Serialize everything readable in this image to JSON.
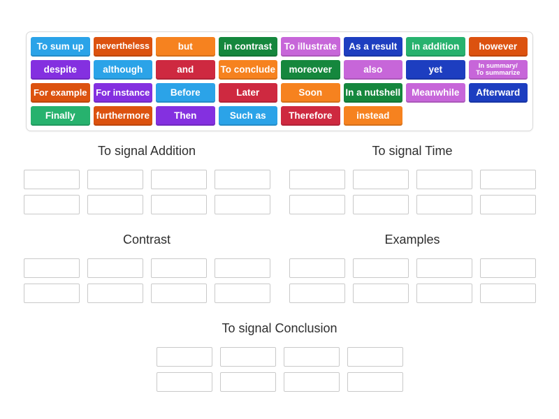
{
  "colors": {
    "sky": "#2BA3E8",
    "rust": "#DC520F",
    "orange": "#F6821F",
    "green": "#15873D",
    "orchid": "#C766D9",
    "royal": "#1D3EC0",
    "emerald": "#27B26E",
    "violet": "#8430E0",
    "crimson": "#CE2940"
  },
  "bank": {
    "rows": [
      [
        {
          "label": "To sum up",
          "color": "sky"
        },
        {
          "label": "nevertheless",
          "color": "rust"
        },
        {
          "label": "but",
          "color": "orange"
        },
        {
          "label": "in contrast",
          "color": "green"
        },
        {
          "label": "To illustrate",
          "color": "orchid"
        },
        {
          "label": "As a result",
          "color": "royal"
        },
        {
          "label": "in addition",
          "color": "emerald"
        },
        {
          "label": "however",
          "color": "rust"
        }
      ],
      [
        {
          "label": "despite",
          "color": "violet"
        },
        {
          "label": "although",
          "color": "sky"
        },
        {
          "label": "and",
          "color": "crimson"
        },
        {
          "label": "To conclude",
          "color": "orange"
        },
        {
          "label": "moreover",
          "color": "green"
        },
        {
          "label": "also",
          "color": "orchid"
        },
        {
          "label": "yet",
          "color": "royal"
        },
        {
          "label": "In summary/\nTo summarize",
          "color": "orchid"
        }
      ],
      [
        {
          "label": "For example",
          "color": "rust"
        },
        {
          "label": "For instance",
          "color": "violet"
        },
        {
          "label": "Before",
          "color": "sky"
        },
        {
          "label": "Later",
          "color": "crimson"
        },
        {
          "label": "Soon",
          "color": "orange"
        },
        {
          "label": "In a nutshell",
          "color": "green"
        },
        {
          "label": "Meanwhile",
          "color": "orchid"
        },
        {
          "label": "Afterward",
          "color": "royal"
        }
      ],
      [
        {
          "label": "Finally",
          "color": "emerald"
        },
        {
          "label": "furthermore",
          "color": "rust"
        },
        {
          "label": "Then",
          "color": "violet"
        },
        {
          "label": "Such as",
          "color": "sky"
        },
        {
          "label": "Therefore",
          "color": "crimson"
        },
        {
          "label": "instead",
          "color": "orange"
        }
      ]
    ]
  },
  "groups": [
    {
      "title": "To signal Addition",
      "slots": 8
    },
    {
      "title": "To signal Time",
      "slots": 8
    },
    {
      "title": "Contrast",
      "slots": 8
    },
    {
      "title": "Examples",
      "slots": 8
    },
    {
      "title": "To signal Conclusion",
      "slots": 8
    }
  ]
}
